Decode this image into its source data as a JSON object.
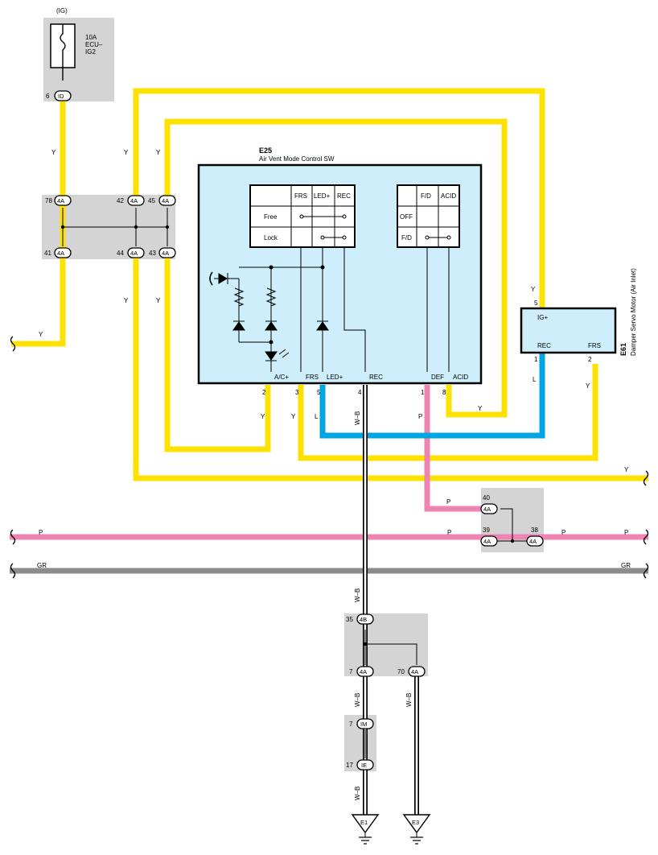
{
  "colors": {
    "yellow": "#ffe100",
    "pink": "#ef84b3",
    "gray": "#8c8c8c",
    "blue": "#00a6e4",
    "component_fill": "#cdeefa",
    "junction_fill": "#d4d4d4"
  },
  "fuse": {
    "source": "(IG)",
    "rating": "10A",
    "name_line1": "ECU–",
    "name_line2": "IG2"
  },
  "switch": {
    "code": "E25",
    "name": "Air Vent Mode Control SW",
    "table1": {
      "headers": [
        "FRS",
        "LED+",
        "REC"
      ],
      "rows": [
        "Free",
        "Lock"
      ]
    },
    "table2": {
      "headers": [
        "F/D",
        "ACID"
      ],
      "rows": [
        "OFF",
        "F/D"
      ]
    },
    "terminals": [
      "A/C+",
      "FRS",
      "LED+",
      "REC",
      "DEF",
      "ACID"
    ],
    "pins": [
      "2",
      "3",
      "5",
      "4",
      "1",
      "8"
    ]
  },
  "motor": {
    "code": "E61",
    "name": "Damper Servo Motor (Air Inlet)",
    "terminals": [
      "IG+",
      "REC",
      "FRS"
    ],
    "pins": [
      "5",
      "1",
      "2"
    ]
  },
  "connectors": {
    "id": "ID",
    "a4": "4A",
    "b4": "4B",
    "im": "IM",
    "ie": "IE"
  },
  "pins": {
    "id": "6",
    "j78": "78",
    "j42": "42",
    "j45": "45",
    "j41": "41",
    "j44": "44",
    "j43": "43",
    "j40": "40",
    "j39": "39",
    "j38": "38",
    "j35": "35",
    "j7": "7",
    "j70": "70",
    "im": "7",
    "ie": "17"
  },
  "wire_colors": {
    "y": "Y",
    "p": "P",
    "gr": "GR",
    "l": "L",
    "wb": "W–B"
  },
  "grounds": [
    "E1",
    "E3"
  ]
}
